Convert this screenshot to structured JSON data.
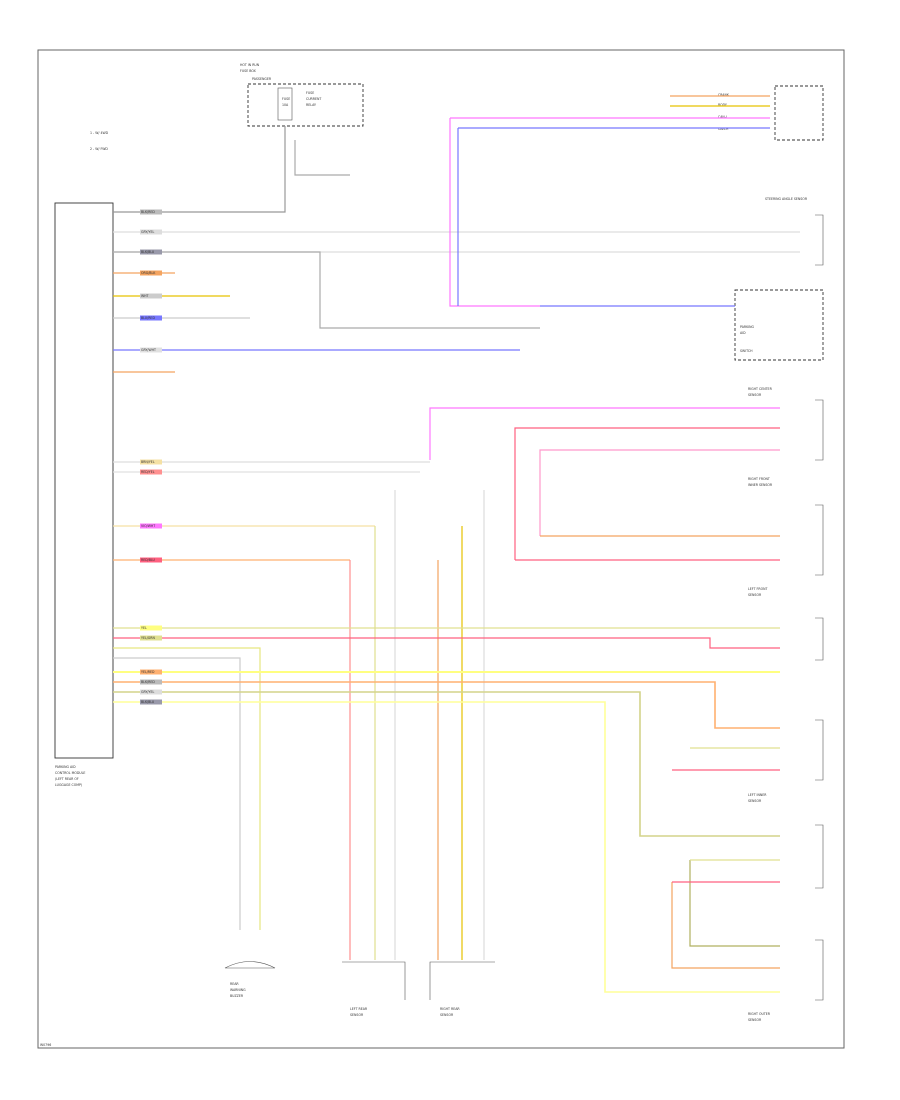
{
  "diagram": {
    "legend": [
      "1 - W/ 4WD",
      "2 - W/ FWD"
    ],
    "footer_code": "W0796",
    "fuse_box": {
      "title": [
        "HOT IN RUN",
        "FUSE BOX",
        "PASSENGER"
      ],
      "fuse": [
        "FUSE",
        "10A"
      ],
      "note": [
        "FUSE",
        "CURRENT",
        "RELAY"
      ]
    },
    "connectors": {
      "top_right": [
        "CRANK",
        "BODY",
        "CAN-L",
        "CAN-H"
      ],
      "steering": "STEERING ANGLE SENSOR"
    },
    "labels": {
      "module_left": [
        "PARKING AID",
        "CONTROL MODULE",
        "(LEFT REAR OF",
        "LUGGAGE COMP)"
      ],
      "park_switch": [
        "PARKING",
        "AID",
        "SWITCH"
      ],
      "fr_rh_center": [
        "RIGHT CENTER",
        "SENSOR"
      ],
      "fr_rh_inner": [
        "RIGHT FRONT",
        "INNER SENSOR"
      ],
      "lh_front_sensor": [
        "LEFT FRONT",
        "SENSOR"
      ],
      "rr_sensor": [
        "RIGHT REAR",
        "SENSOR"
      ],
      "lr_sensor": [
        "LEFT REAR",
        "SENSOR"
      ],
      "buzzer": [
        "REAR",
        "WARNING",
        "BUZZER"
      ],
      "lh_inner": [
        "LEFT INNER",
        "SENSOR"
      ],
      "rh_outer": [
        "RIGHT OUTER",
        "SENSOR"
      ]
    },
    "wires": [
      {
        "label": "BLK/RED",
        "color": "#bbbbbb"
      },
      {
        "label": "GRY/YEL",
        "color": "#dddddd"
      },
      {
        "label": "BLK/BLU",
        "color": "#9999aa"
      },
      {
        "label": "ORG/BLK",
        "color": "#f4a460"
      },
      {
        "label": "WHT",
        "color": "#cccccc"
      },
      {
        "label": "BLU/RED",
        "color": "#7777ff"
      },
      {
        "label": "GRY/WHT",
        "color": "#e0e0e0"
      },
      {
        "label": "BRN/YEL",
        "color": "#f5e1a4"
      },
      {
        "label": "RED/YEL",
        "color": "#ff9090"
      },
      {
        "label": "VIO/WHT",
        "color": "#ff77ff"
      },
      {
        "label": "RED/BLU",
        "color": "#ff6080"
      },
      {
        "label": "YEL",
        "color": "#ffff80"
      },
      {
        "label": "YEL/GRN",
        "color": "#e0e090"
      },
      {
        "label": "YEL/RED",
        "color": "#ffb070"
      }
    ]
  }
}
